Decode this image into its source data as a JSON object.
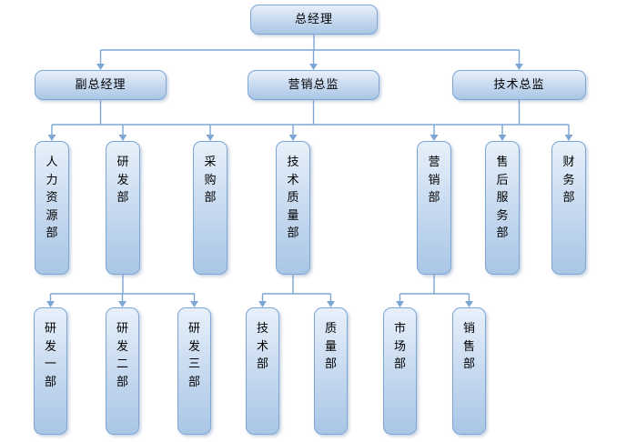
{
  "diagram": {
    "type": "org-chart",
    "level1": [
      "总经理"
    ],
    "level2": [
      "副总经理",
      "营销总监",
      "技术总监"
    ],
    "level3": [
      "人力资源部",
      "研发部",
      "采购部",
      "技术质量部",
      "营销部",
      "售后服务部",
      "财务部"
    ],
    "level4_groups": [
      {
        "parent": "研发部",
        "children": [
          "研发一部",
          "研发二部",
          "研发三部"
        ]
      },
      {
        "parent": "技术质量部",
        "children": [
          "技术部",
          "质量部"
        ]
      },
      {
        "parent": "营销部",
        "children": [
          "市场部",
          "销售部"
        ]
      }
    ]
  },
  "colors": {
    "node_border": "#7ea6d4",
    "node_fill_top": "#e7f0fa",
    "node_fill_mid": "#c6d9ef",
    "node_fill_bottom": "#a9c6e6",
    "connector": "#7ea6d4",
    "text": "#000000",
    "background": "#ffffff"
  }
}
